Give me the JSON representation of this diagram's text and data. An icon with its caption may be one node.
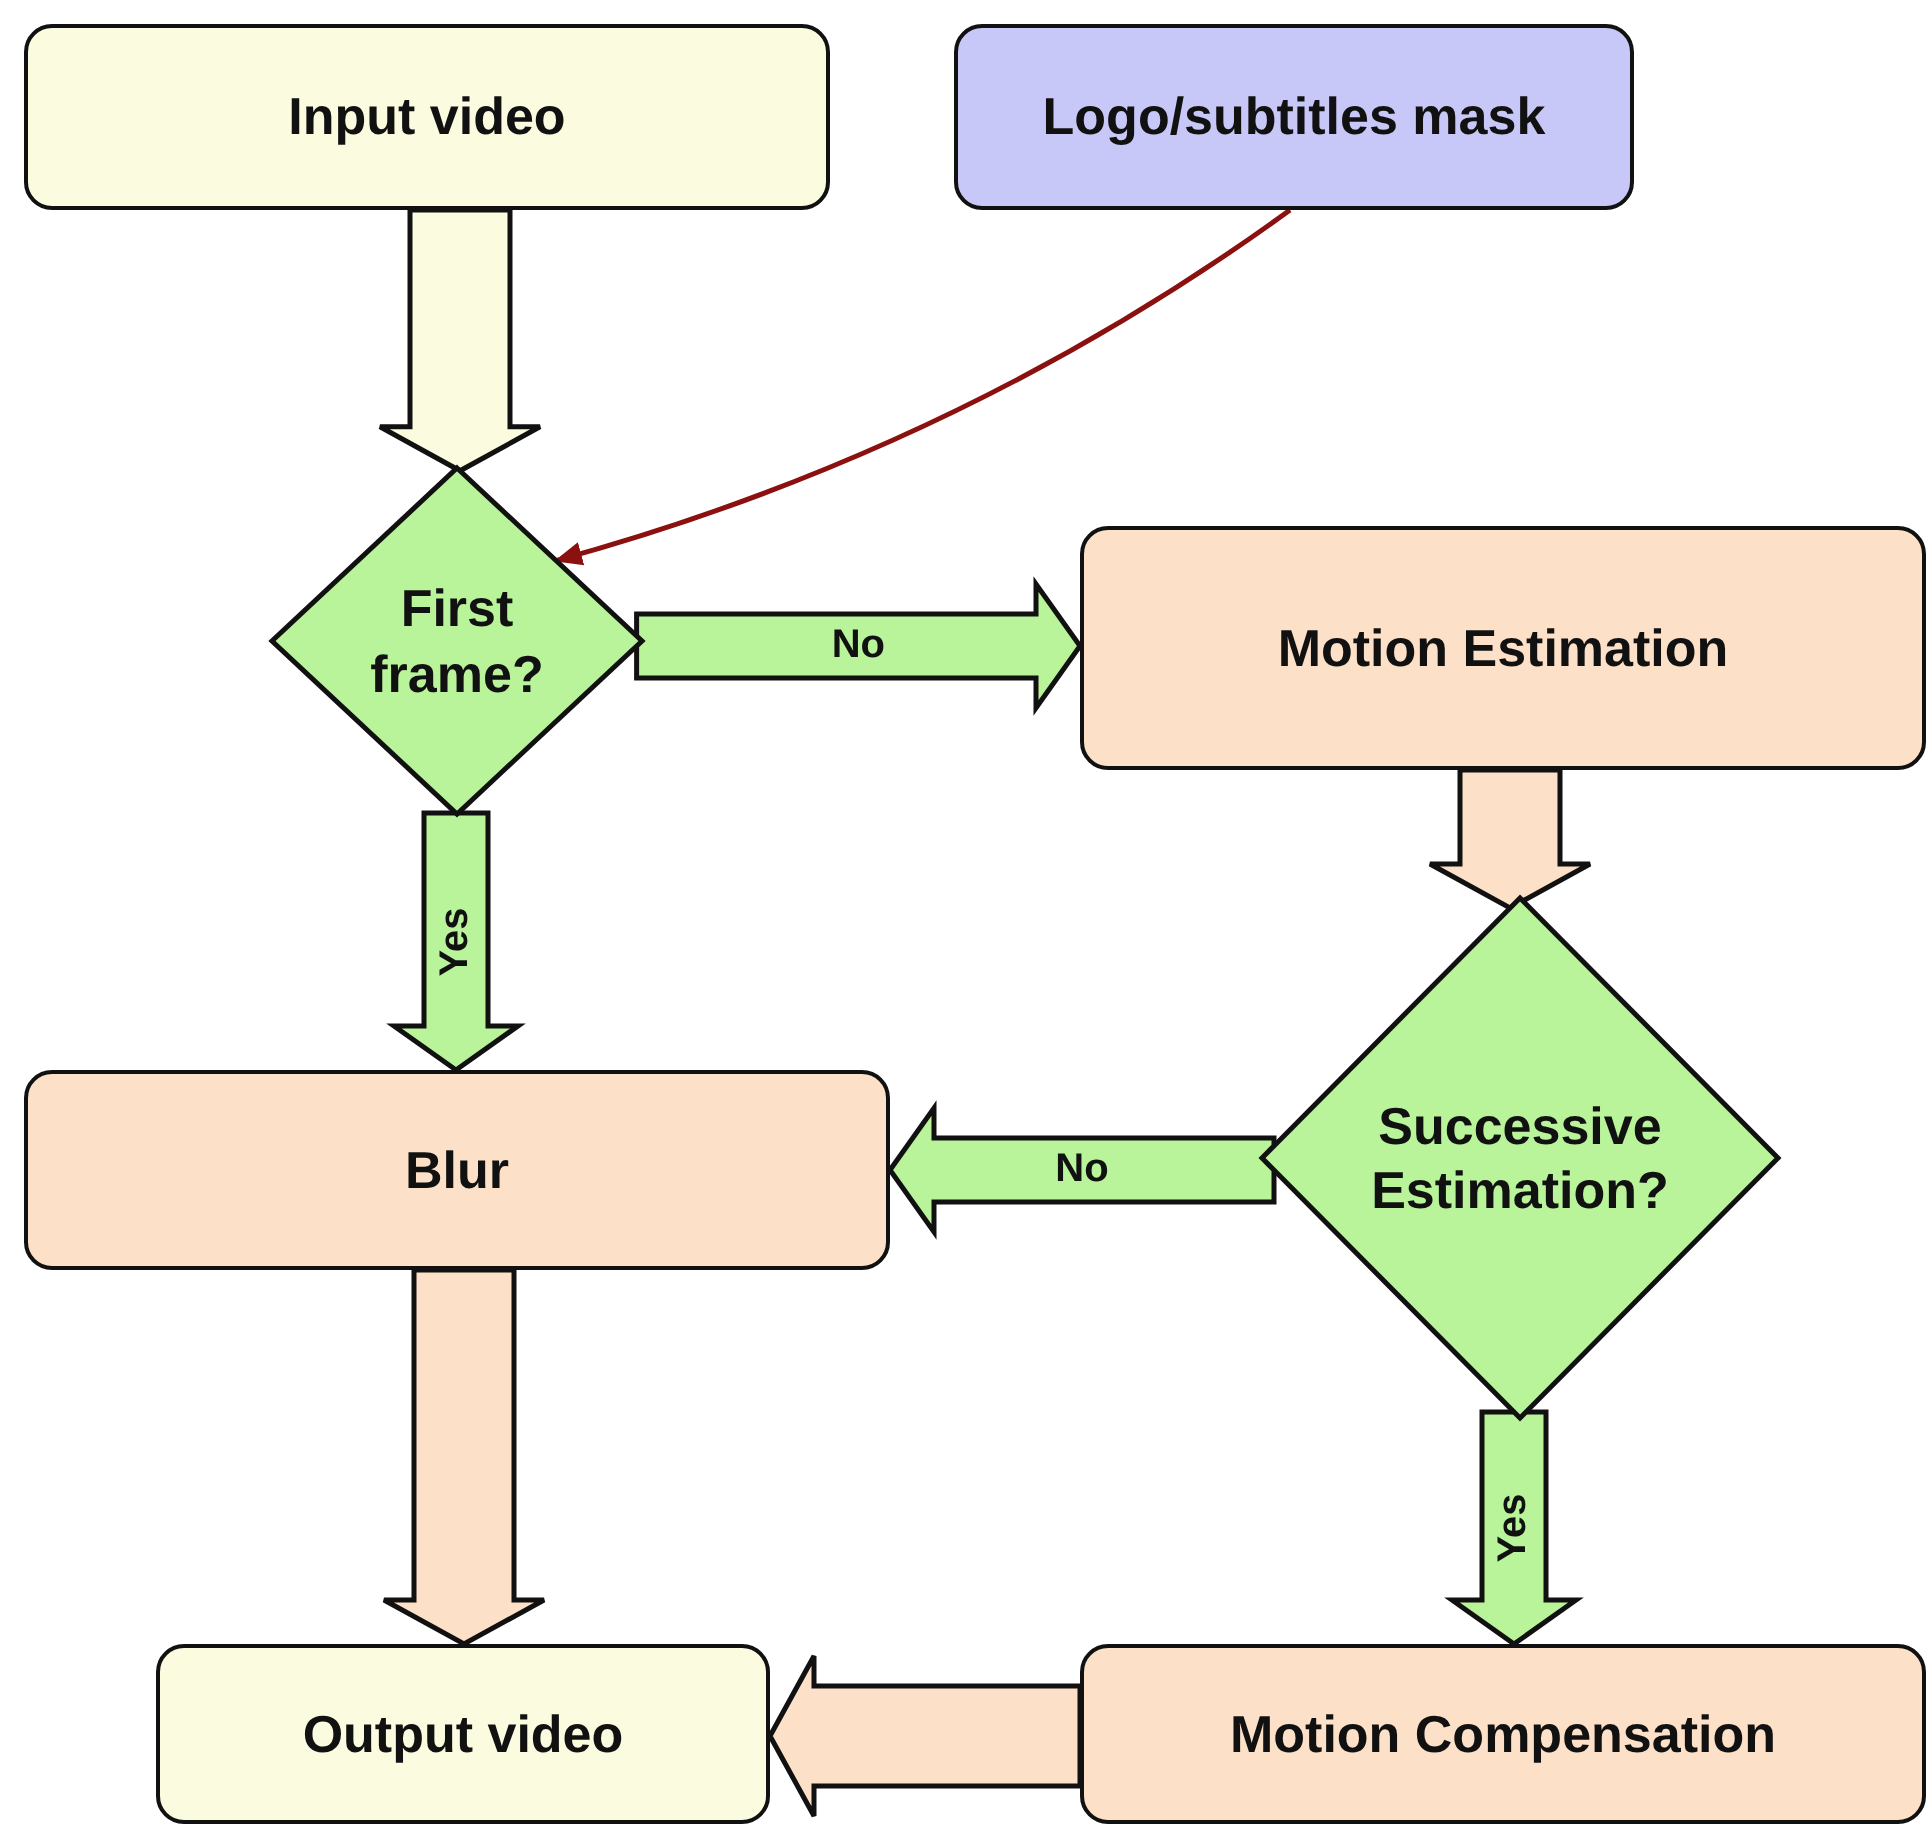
{
  "diagram": {
    "nodes": [
      {
        "text": [
          "Input video"
        ]
      },
      {
        "text": [
          "Logo/subtitles mask"
        ]
      },
      {
        "text": [
          "First frame?"
        ]
      },
      {
        "text": [
          "Motion Estimation"
        ]
      },
      {
        "text": [
          "Successive Estimation?"
        ]
      },
      {
        "text": [
          "Blur"
        ]
      },
      {
        "text": [
          "Output video"
        ]
      },
      {
        "text": [
          "Motion Compensation"
        ]
      }
    ],
    "edges": [
      {
        "from": 0,
        "to": 2,
        "arrow": "to",
        "style": "thick",
        "color": "#fbfbe0"
      },
      {
        "from": 1,
        "to": 2,
        "arrow": "to",
        "color": "#8b1010"
      },
      {
        "from": 2,
        "to": 3,
        "arrow": "to",
        "label": "No",
        "style": "thick"
      },
      {
        "from": 2,
        "to": 5,
        "arrow": "to",
        "label": "Yes",
        "style": "thick"
      },
      {
        "from": 3,
        "to": 4,
        "arrow": "to",
        "style": "thick",
        "color": "#fce0c8"
      },
      {
        "from": 4,
        "to": 5,
        "arrow": "to",
        "label": "No",
        "style": "thick"
      },
      {
        "from": 4,
        "to": 7,
        "arrow": "to",
        "label": "Yes",
        "style": "thick"
      },
      {
        "from": 5,
        "to": 6,
        "arrow": "to",
        "style": "thick",
        "color": "#fce0c8"
      },
      {
        "from": 7,
        "to": 6,
        "arrow": "to",
        "style": "thick",
        "color": "#fce0c8"
      }
    ]
  }
}
